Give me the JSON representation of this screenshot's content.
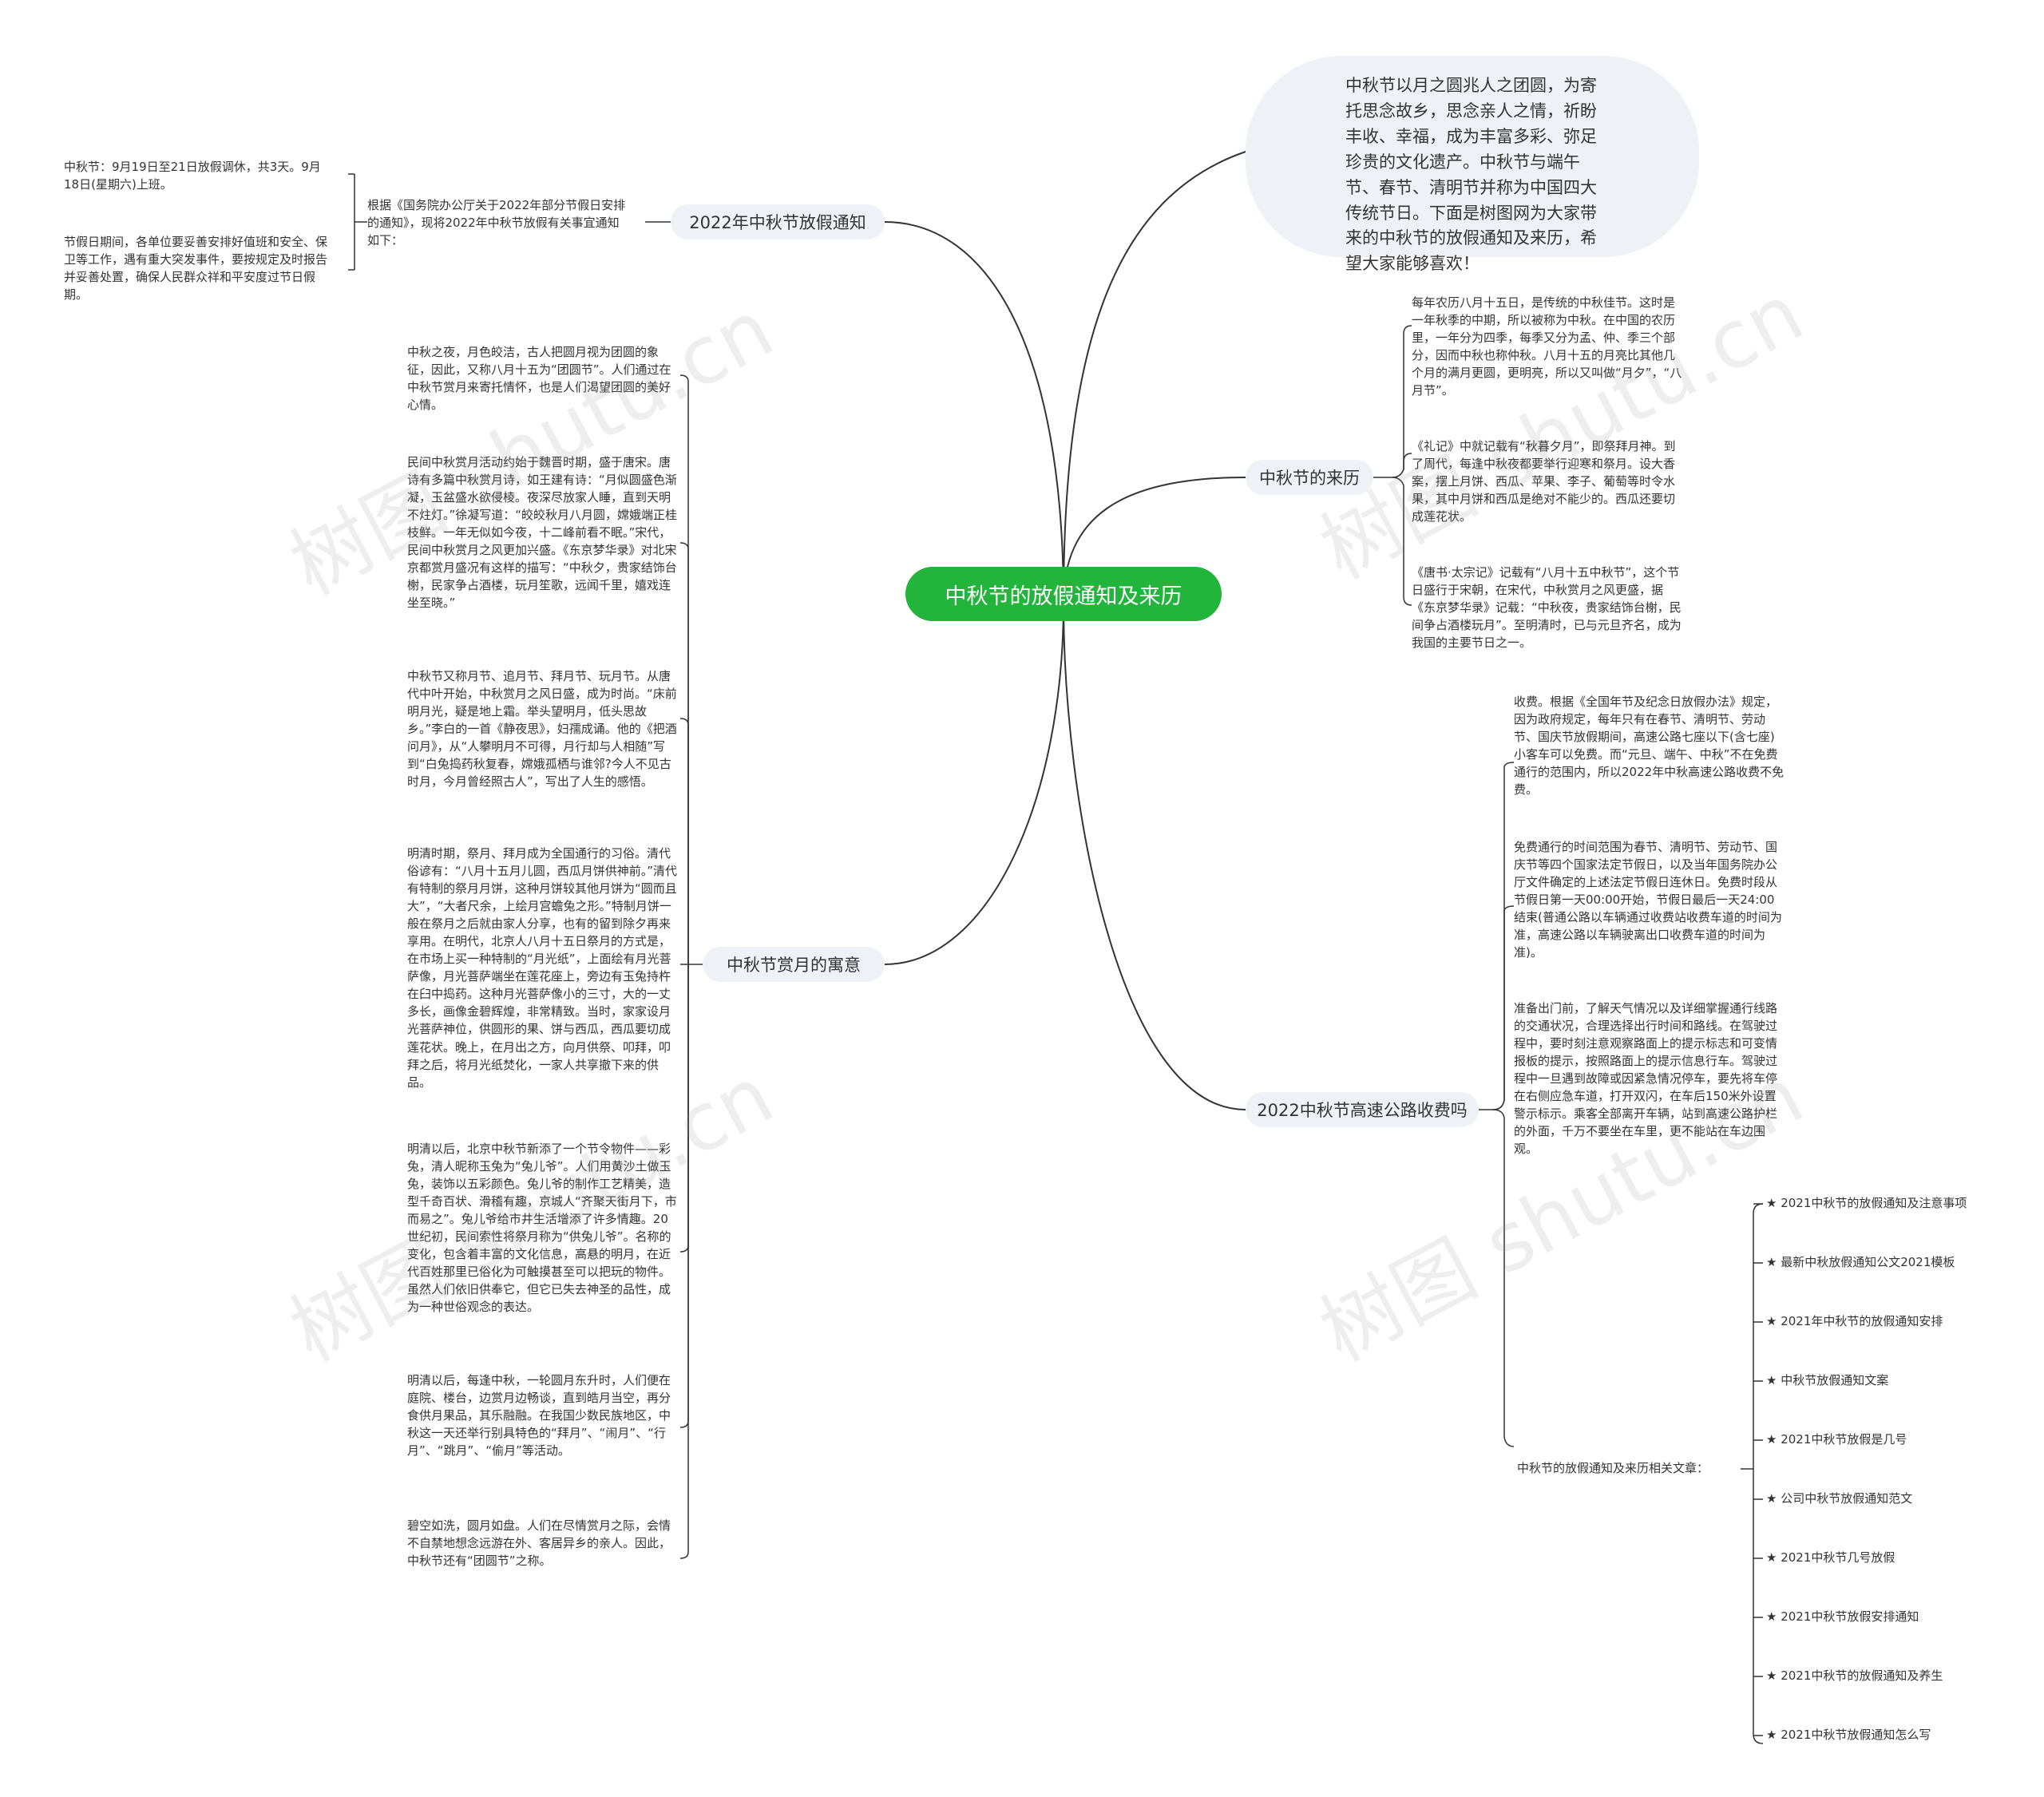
{
  "root": "中秋节的放假通知及来历",
  "intro": "中秋节以月之圆兆人之团圆，为寄托思念故乡，思念亲人之情，祈盼丰收、幸福，成为丰富多彩、弥足珍贵的文化遗产。中秋节与端午节、春节、清明节并称为中国四大传统节日。下面是树图网为大家带来的中秋节的放假通知及来历，希望大家能够喜欢！",
  "branches": {
    "notice": {
      "label": "2022年中秋节放假通知",
      "basis": "根据《国务院办公厅关于2022年部分节假日安排的通知》，现将2022年中秋节放假有关事宜通知如下：",
      "items": [
        "中秋节：9月19日至21日放假调休，共3天。9月18日(星期六)上班。",
        "节假日期间，各单位要妥善安排好值班和安全、保卫等工作，遇有重大突发事件，要按规定及时报告并妥善处置，确保人民群众祥和平安度过节日假期。"
      ]
    },
    "meaning": {
      "label": "中秋节赏月的寓意",
      "items": [
        "中秋之夜，月色皎洁，古人把圆月视为团圆的象征，因此，又称八月十五为“团圆节”。人们通过在中秋节赏月来寄托情怀，也是人们渴望团圆的美好心情。",
        "民间中秋赏月活动约始于魏晋时期，盛于唐宋。唐诗有多篇中秋赏月诗，如王建有诗：“月似圆盛色渐凝，玉盆盛水欲侵棱。夜深尽放家人睡，直到天明不炷灯。”徐凝写道：“皎皎秋月八月圆，嫦娥端正桂枝鲜。一年无似如今夜，十二峰前看不眠。”宋代，民间中秋赏月之风更加兴盛。《东京梦华录》对北宋京都赏月盛况有这样的描写：“中秋夕，贵家结饰台榭，民家争占酒楼，玩月笙歌，远闻千里，嬉戏连坐至晓。”",
        "中秋节又称月节、追月节、拜月节、玩月节。从唐代中叶开始，中秋赏月之风日盛，成为时尚。“床前明月光，疑是地上霜。举头望明月，低头思故乡。”李白的一首《静夜思》，妇孺成诵。他的《把酒问月》，从“人攀明月不可得，月行却与人相随”写到“白兔捣药秋复春，嫦娥孤栖与谁邻?今人不见古时月，今月曾经照古人”，写出了人生的感悟。",
        "明清时期，祭月、拜月成为全国通行的习俗。清代俗谚有：“八月十五月儿圆，西瓜月饼供神前。”清代有特制的祭月月饼，这种月饼较其他月饼为“圆而且大”，“大者尺余，上绘月宫蟾兔之形。”特制月饼一般在祭月之后就由家人分享，也有的留到除夕再来享用。在明代，北京人八月十五日祭月的方式是，在市场上买一种特制的“月光纸”，上面绘有月光菩萨像，月光菩萨端坐在莲花座上，旁边有玉兔持杵在臼中捣药。这种月光菩萨像小的三寸，大的一丈多长，画像金碧辉煌，非常精致。当时，家家设月光菩萨神位，供圆形的果、饼与西瓜，西瓜要切成莲花状。晚上，在月出之方，向月供祭、叩拜，叩拜之后，将月光纸焚化，一家人共享撤下来的供品。",
        "明清以后，北京中秋节新添了一个节令物件——彩兔，清人昵称玉兔为“兔儿爷”。人们用黄沙土做玉兔，装饰以五彩颜色。兔儿爷的制作工艺精美，造型千奇百状、滑稽有趣，京城人“齐聚天街月下，市而易之”。兔儿爷给市井生活增添了许多情趣。20世纪初，民间索性将祭月称为“供兔儿爷”。名称的变化，包含着丰富的文化信息，高悬的明月，在近代百姓那里已俗化为可触摸甚至可以把玩的物件。虽然人们依旧供奉它，但它已失去神圣的品性，成为一种世俗观念的表达。",
        "明清以后，每逢中秋，一轮圆月东升时，人们便在庭院、楼台，边赏月边畅谈，直到皓月当空，再分食供月果品，其乐融融。在我国少数民族地区，中秋这一天还举行别具特色的“拜月”、“闹月”、“行月”、“跳月”、“偷月”等活动。",
        "碧空如洗，圆月如盘。人们在尽情赏月之际，会情不自禁地想念远游在外、客居异乡的亲人。因此，中秋节还有“团圆节”之称。"
      ]
    },
    "origin": {
      "label": "中秋节的来历",
      "items": [
        "每年农历八月十五日，是传统的中秋佳节。这时是一年秋季的中期，所以被称为中秋。在中国的农历里，一年分为四季，每季又分为孟、仲、季三个部分，因而中秋也称仲秋。八月十五的月亮比其他几个月的满月更圆，更明亮，所以又叫做“月夕”，“八月节”。",
        "《礼记》中就记载有“秋暮夕月”，即祭拜月神。到了周代，每逢中秋夜都要举行迎寒和祭月。设大香案，摆上月饼、西瓜、苹果、李子、葡萄等时令水果，其中月饼和西瓜是绝对不能少的。西瓜还要切成莲花状。",
        "《唐书·太宗记》记载有“八月十五中秋节”，这个节日盛行于宋朝，在宋代，中秋赏月之风更盛，据《东京梦华录》记载：“中秋夜，贵家结饰台榭，民间争占酒楼玩月”。至明清时，已与元旦齐名，成为我国的主要节日之一。"
      ]
    },
    "highway": {
      "label": "2022中秋节高速公路收费吗",
      "items": [
        "收费。根据《全国年节及纪念日放假办法》规定，因为政府规定，每年只有在春节、清明节、劳动节、国庆节放假期间，高速公路七座以下(含七座)小客车可以免费。而“元旦、端午、中秋”不在免费通行的范围内，所以2022年中秋高速公路收费不免费。",
        "免费通行的时间范围为春节、清明节、劳动节、国庆节等四个国家法定节假日，以及当年国务院办公厅文件确定的上述法定节假日连休日。免费时段从节假日第一天00:00开始，节假日最后一天24:00结束(普通公路以车辆通过收费站收费车道的时间为准，高速公路以车辆驶离出口收费车道的时间为准)。",
        "准备出门前，了解天气情况以及详细掌握通行线路的交通状况，合理选择出行时间和路线。在驾驶过程中，要时刻注意观察路面上的提示标志和可变情报板的提示，按照路面上的提示信息行车。驾驶过程中一旦遇到故障或因紧急情况停车，要先将车停在右侧应急车道，打开双闪，在车后150米外设置警示标示。乘客全部离开车辆，站到高速公路护栏的外面，千万不要坐在车里，更不能站在车边围观。"
      ],
      "related_label": "中秋节的放假通知及来历相关文章：",
      "articles": [
        "★ 2021中秋节的放假通知及注意事项",
        "★ 最新中秋放假通知公文2021模板",
        "★ 2021年中秋节的放假通知安排",
        "★ 中秋节放假通知文案",
        "★ 2021中秋节放假是几号",
        "★ 公司中秋节放假通知范文",
        "★ 2021中秋节几号放假",
        "★ 2021中秋节放假安排通知",
        "★ 2021中秋节的放假通知及养生",
        "★ 2021中秋节放假通知怎么写"
      ]
    }
  },
  "watermark": "树图 shutu.cn",
  "colors": {
    "root_bg": "#23b43c",
    "node_bg": "#eef1f5",
    "line": "#333333",
    "watermark": "#c8c8c8"
  }
}
